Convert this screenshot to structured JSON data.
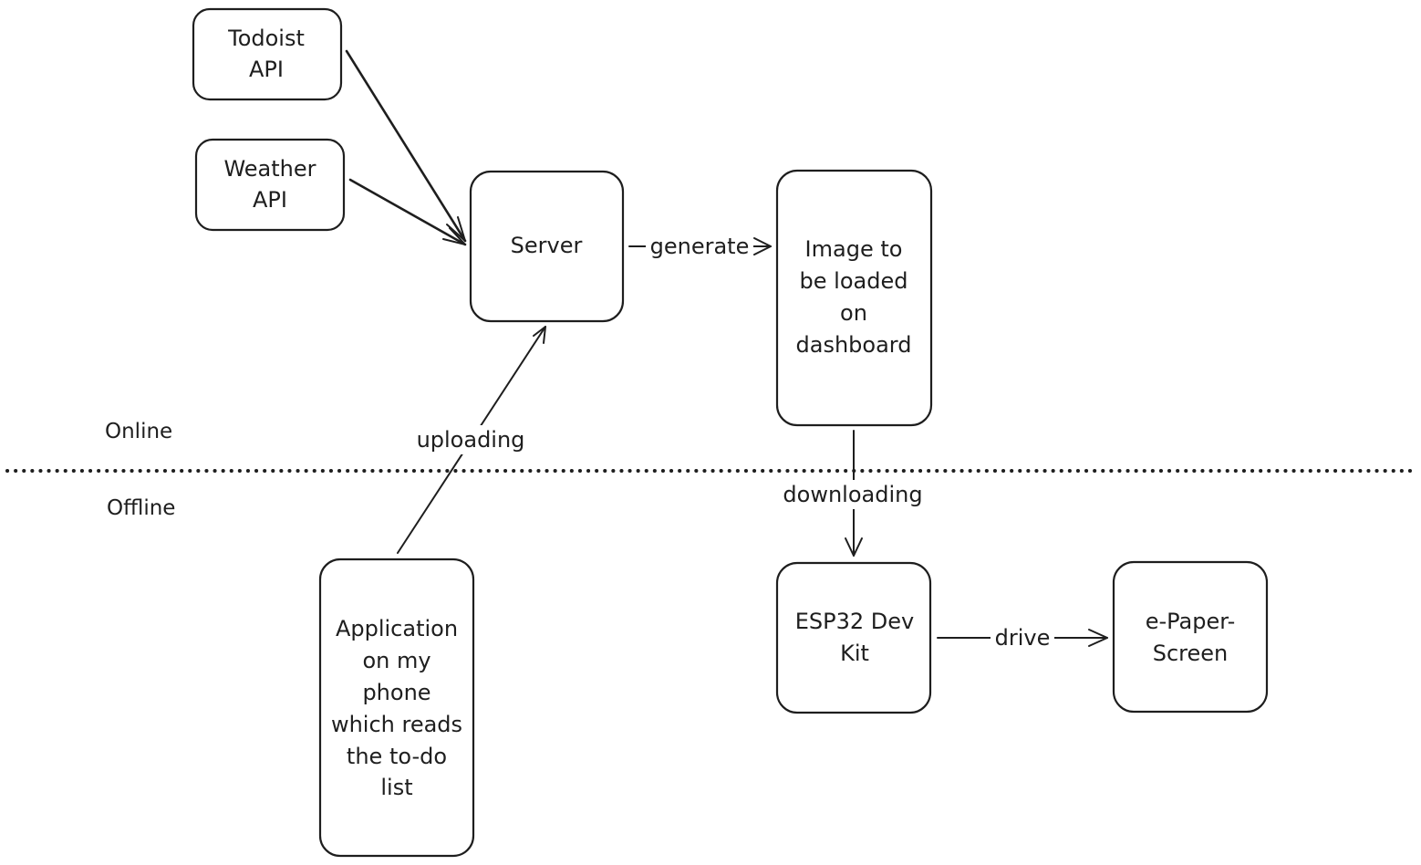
{
  "nodes": {
    "todoist_api": {
      "lines": [
        "Todoist",
        "API"
      ]
    },
    "weather_api": {
      "lines": [
        "Weather",
        "API"
      ]
    },
    "server": {
      "lines": [
        "Server"
      ]
    },
    "image": {
      "lines": [
        "Image to",
        "be loaded",
        "on",
        "dashboard"
      ]
    },
    "phone_app": {
      "lines": [
        "Application",
        "on my",
        "phone",
        "which reads",
        "the to-do",
        "list"
      ]
    },
    "esp32": {
      "lines": [
        "ESP32 Dev",
        "Kit"
      ]
    },
    "epaper": {
      "lines": [
        "e-Paper-",
        "Screen"
      ]
    }
  },
  "edges": {
    "generate": "generate",
    "uploading": "uploading",
    "downloading": "downloading",
    "drive": "drive"
  },
  "regions": {
    "online": "Online",
    "offline": "Offline"
  },
  "colors": {
    "stroke": "#1e1e1e",
    "background": "#ffffff"
  }
}
